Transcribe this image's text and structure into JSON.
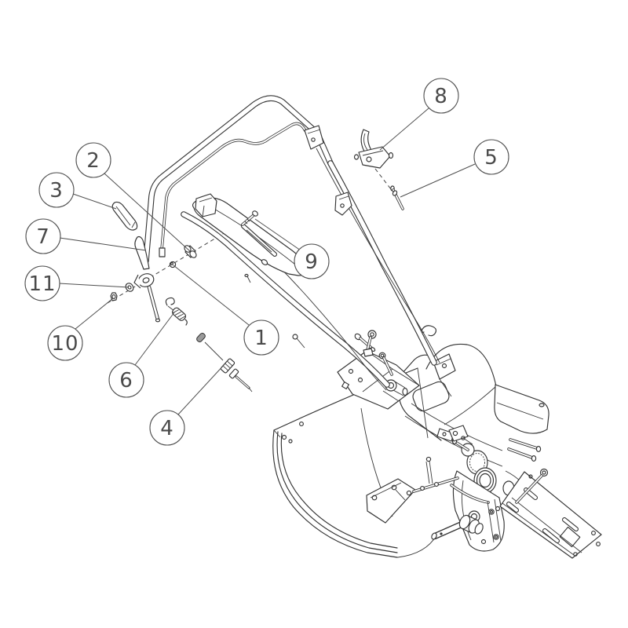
{
  "diagram": {
    "kind": "exploded-parts-line-drawing",
    "subject": "garden tiller with loop handlebar",
    "colors": {
      "background": "#ffffff",
      "line": "#333333",
      "callout_line": "#4f4f4f",
      "number_text": "#4a4a4a"
    },
    "balloon_count": 11
  },
  "balloon_numbers": [
    "1",
    "2",
    "3",
    "4",
    "5",
    "6",
    "7",
    "8",
    "9",
    "10",
    "11"
  ]
}
